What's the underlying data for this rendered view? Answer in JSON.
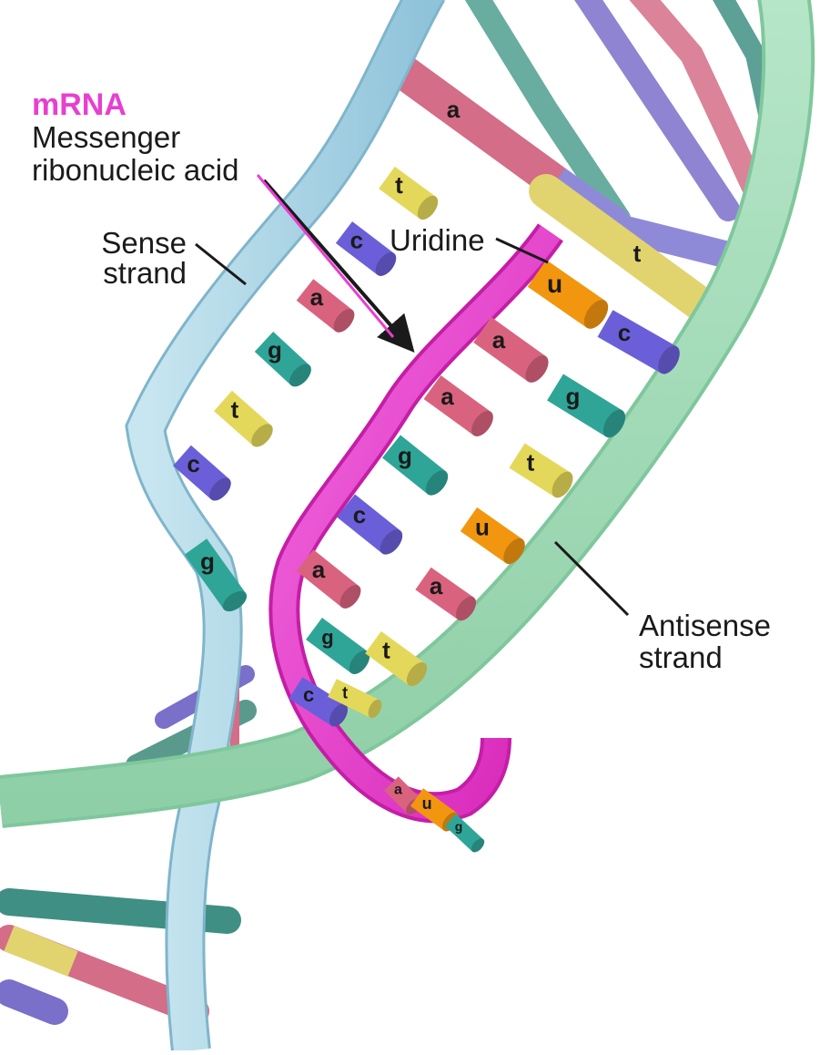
{
  "labels": {
    "mrna_title": "mRNA",
    "mrna_line1": "Messenger",
    "mrna_line2": "ribonucleic acid",
    "sense_line1": "Sense",
    "sense_line2": "strand",
    "uridine": "Uridine",
    "antisense_line1": "Antisense",
    "antisense_line2": "strand"
  },
  "colors": {
    "mrna": "#e83fd0",
    "sense_strand": "#a9d3e4",
    "antisense_strand": "#a3dcb8",
    "base_a": "#d9637e",
    "base_c": "#6a5fd8",
    "base_g": "#2fa598",
    "base_t": "#e4d85a",
    "base_u": "#f2960f"
  },
  "sense_bases": [
    "t",
    "c",
    "a",
    "g",
    "t",
    "c",
    "g"
  ],
  "mrna_bases": [
    "u",
    "c",
    "a",
    "g",
    "a",
    "g",
    "t",
    "c",
    "u",
    "a",
    "a",
    "g",
    "t",
    "c",
    "t",
    "a",
    "u",
    "g"
  ],
  "upper_bases": [
    "a",
    "t"
  ]
}
